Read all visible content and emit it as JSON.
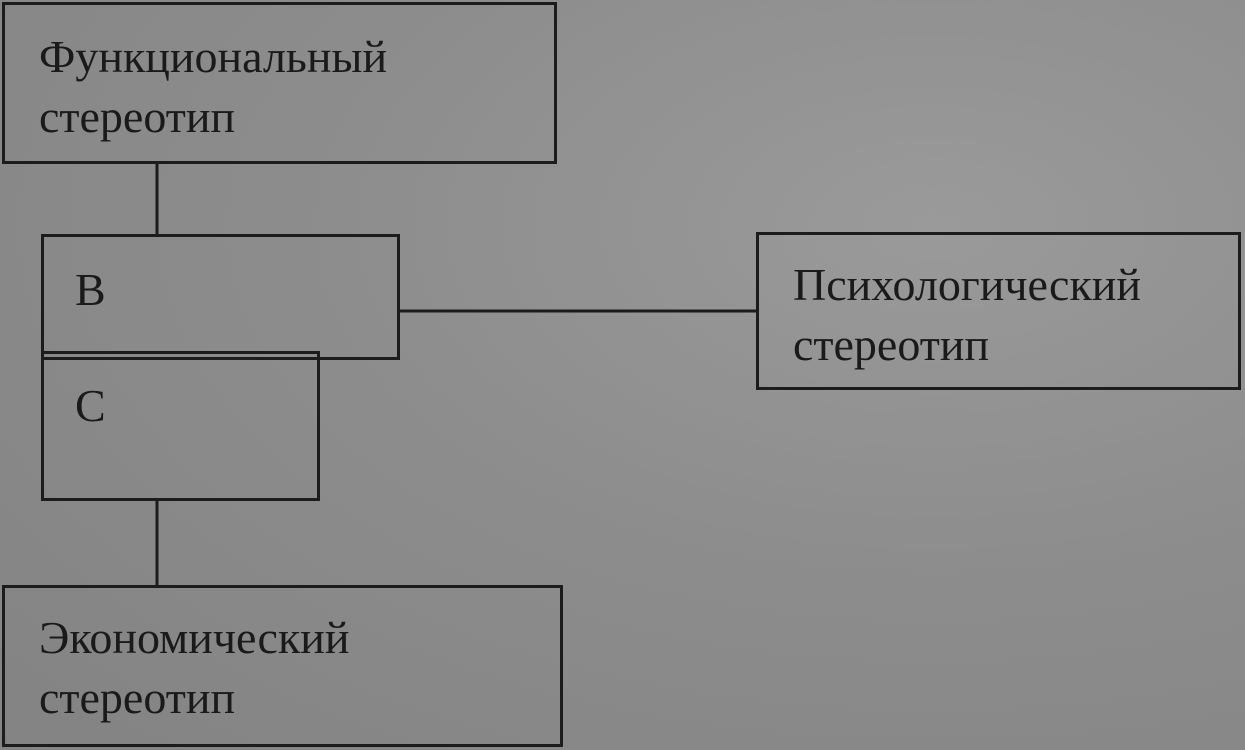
{
  "nodes": {
    "functional": {
      "line1": "Функциональный",
      "line2": "стереотип"
    },
    "b": {
      "label": "B"
    },
    "c": {
      "label": "C"
    },
    "psychological": {
      "line1": "Психологический",
      "line2": "стереотип"
    },
    "economic": {
      "line1": "Экономический",
      "line2": "стереотип"
    }
  },
  "colors": {
    "background": "#8d8d8d",
    "stroke": "#1c1c1c",
    "text": "#1a1a1a"
  }
}
